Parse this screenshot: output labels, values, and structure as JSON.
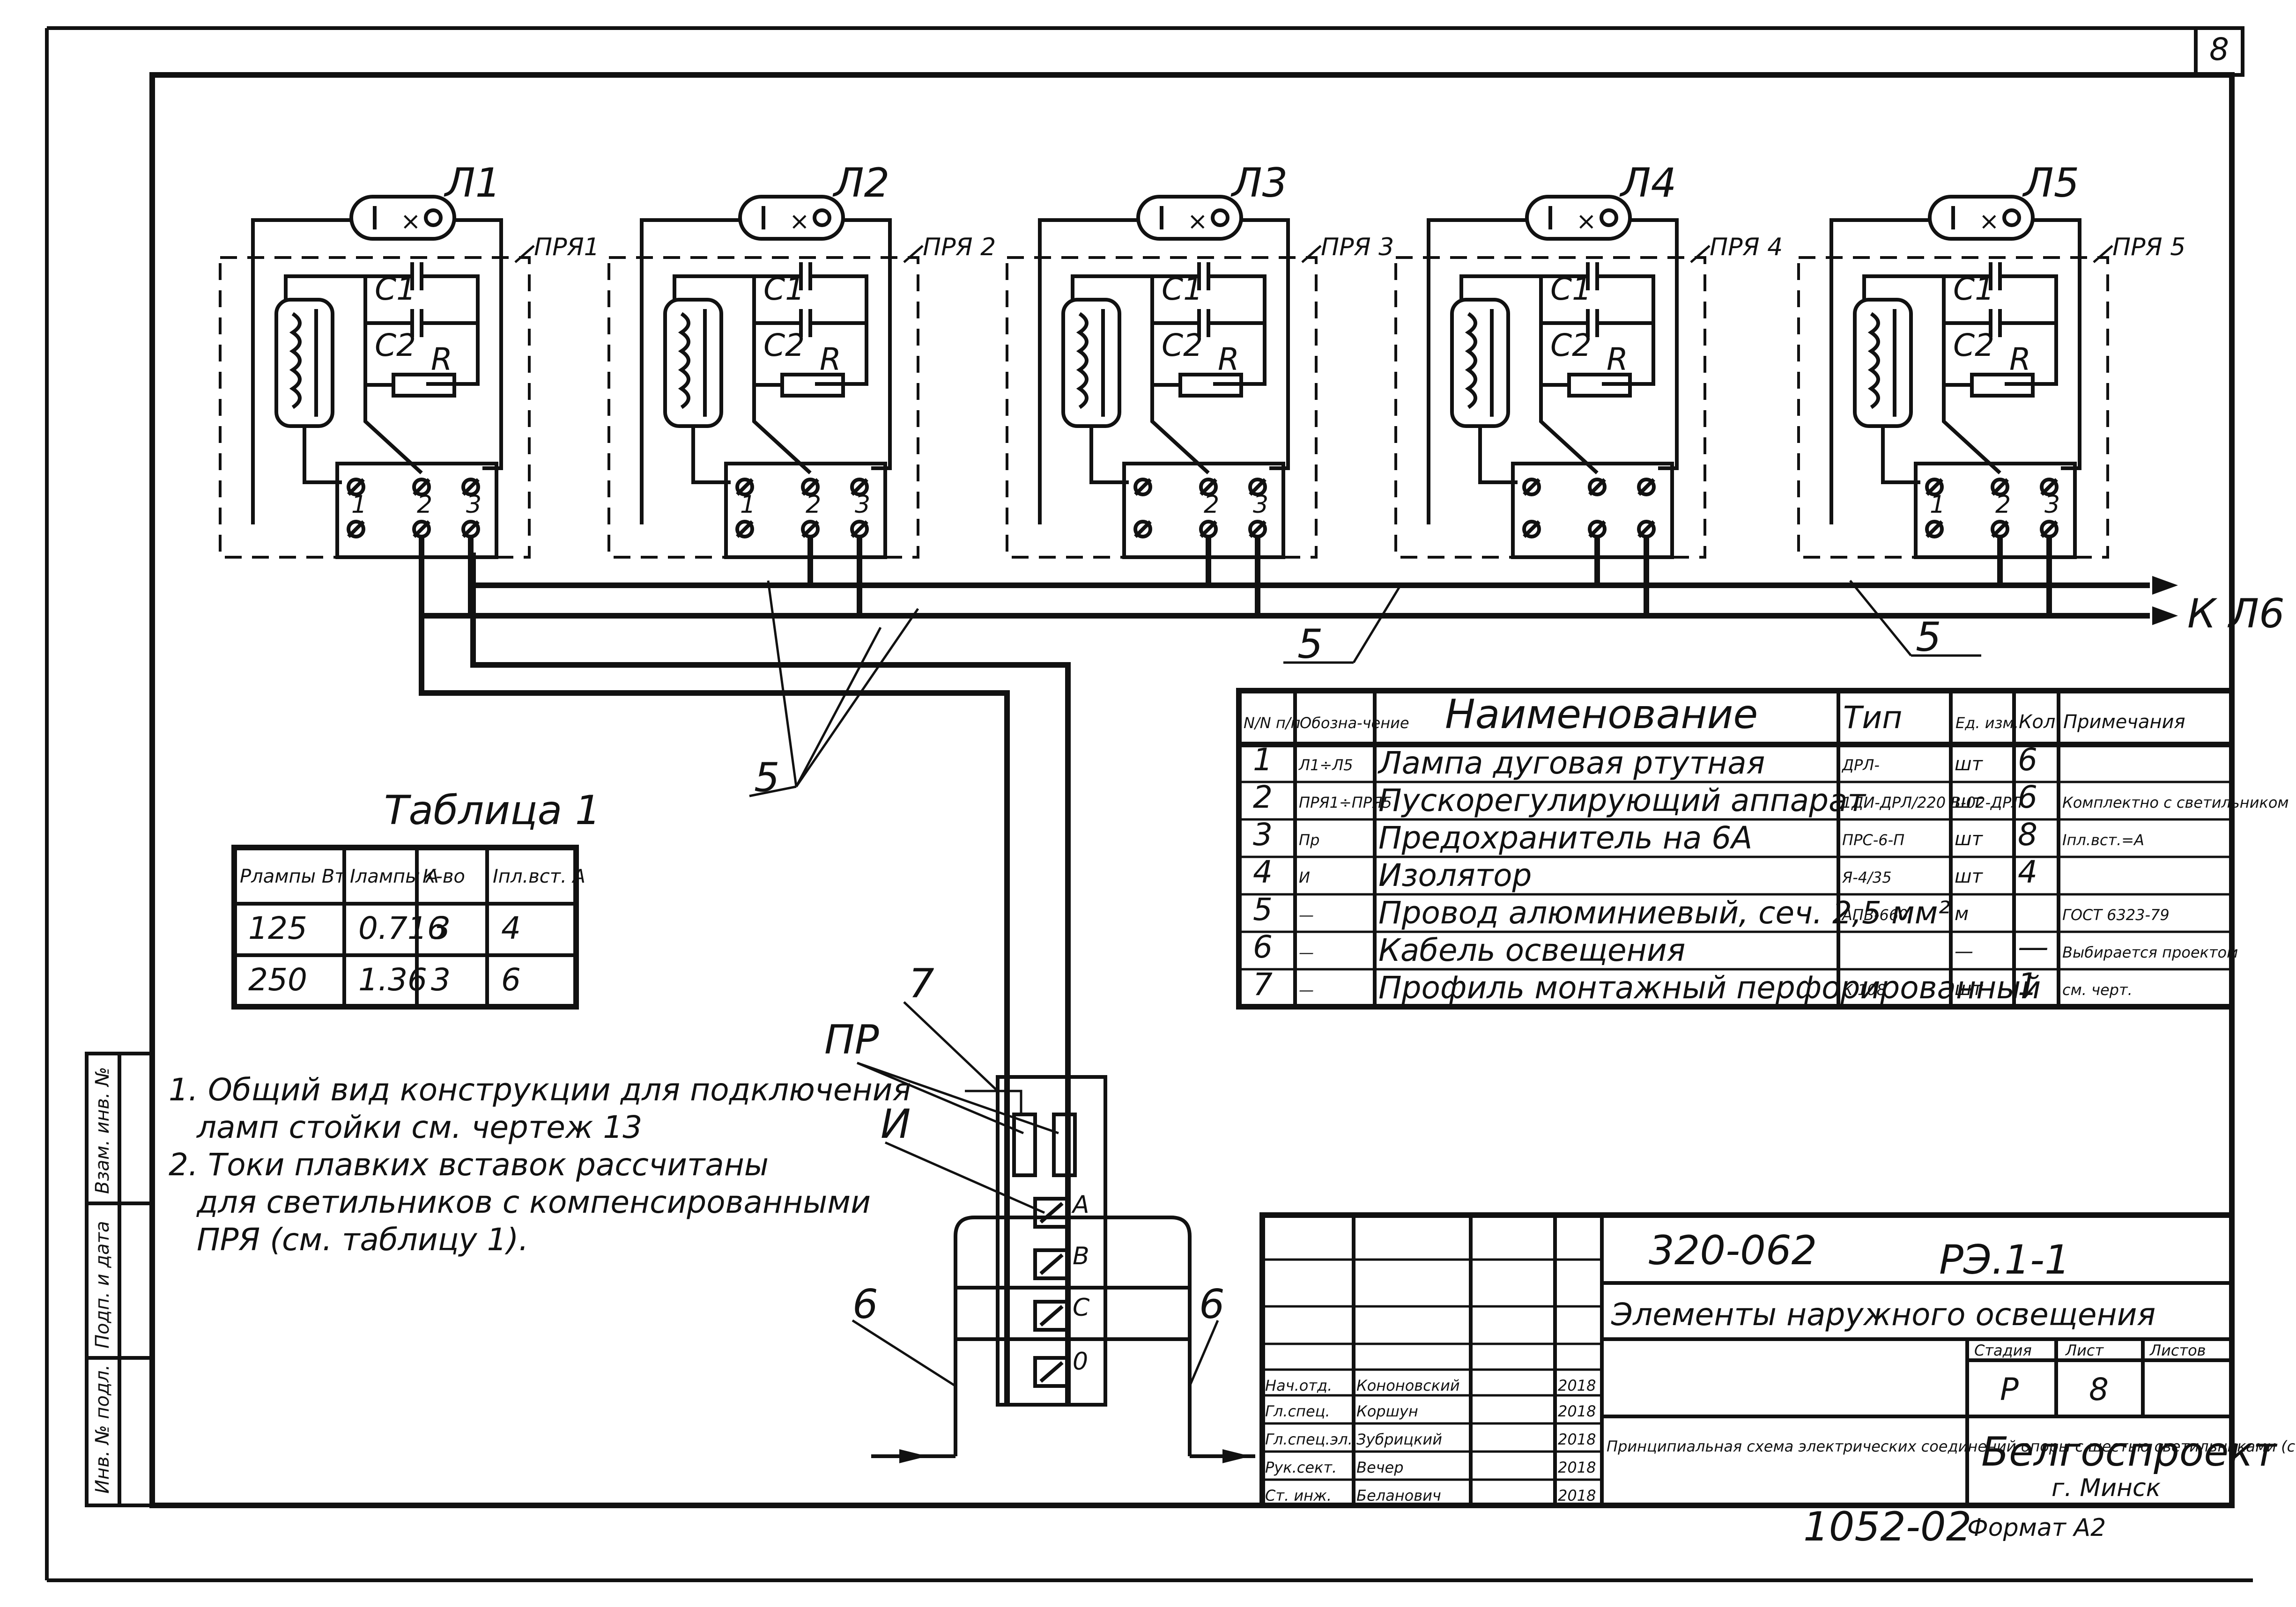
{
  "sheet_number": "8",
  "lamps": [
    {
      "lamp": "Л1",
      "pra": "ПРЯ1",
      "c1": "С1",
      "c2": "С2",
      "r": "R",
      "t1": "1",
      "t2": "2",
      "t3": "3"
    },
    {
      "lamp": "Л2",
      "pra": "ПРЯ 2",
      "c1": "С1",
      "c2": "С2",
      "r": "R",
      "t1": "1",
      "t2": "2",
      "t3": "3"
    },
    {
      "lamp": "Л3",
      "pra": "ПРЯ 3",
      "c1": "С1",
      "c2": "С2",
      "r": "R",
      "t1": "",
      "t2": "2",
      "t3": "3"
    },
    {
      "lamp": "Л4",
      "pra": "ПРЯ 4",
      "c1": "С1",
      "c2": "С2",
      "r": "R",
      "t1": "",
      "t2": "",
      "t3": ""
    },
    {
      "lamp": "Л5",
      "pra": "ПРЯ 5",
      "c1": "С1",
      "c2": "С2",
      "r": "R",
      "t1": "1",
      "t2": "2",
      "t3": "3"
    }
  ],
  "to_next": "К Л6",
  "wire_label": "5",
  "callouts": {
    "n7": "7",
    "pr": "ПР",
    "iz": "И",
    "n6": "6",
    "phase_a": "А",
    "phase_b": "В",
    "phase_c": "С",
    "neutral": "0"
  },
  "table1": {
    "title": "Таблица 1",
    "headers": [
      "Рлампы Вт",
      "Iлампы А",
      "К-во",
      "Iпл.вст. А"
    ],
    "rows": [
      [
        "125",
        "0.716",
        "3",
        "4"
      ],
      [
        "250",
        "1.36",
        "3",
        "6"
      ]
    ]
  },
  "notes": [
    "1. Общий вид конструкции для подключения",
    "ламп стойки см. чертеж 13",
    "2. Токи плавких вставок рассчитаны",
    "для светильников с компенсированными",
    "ПРЯ (см. таблицу 1)."
  ],
  "spec": {
    "headers": [
      "N/N п/п",
      "Обозна-чение",
      "Наименование",
      "Тип",
      "Ед. изм.",
      "Кол",
      "Примечания"
    ],
    "rows": [
      [
        "1",
        "Л1÷Л5",
        "Лампа дуговая ртутная",
        "ДРЛ-",
        "шт",
        "6",
        ""
      ],
      [
        "2",
        "ПРЯ1÷ПРЯ5",
        "Пускорегулирующий аппарат",
        "1ДИ-ДРЛ/220 В-02-ДРЛ",
        "шт",
        "6",
        "Комплектно с светильником"
      ],
      [
        "3",
        "Пр",
        "Предохранитель на 6А",
        "ПРС-6-П",
        "шт",
        "8",
        "Iпл.вст.=А"
      ],
      [
        "4",
        "И",
        "Изолятор",
        "Я-4/35",
        "шт",
        "4",
        ""
      ],
      [
        "5",
        "—",
        "Провод алюминиевый, сеч. 2,5 мм²",
        "АПВ-660",
        "м",
        "",
        "ГОСТ 6323-79"
      ],
      [
        "6",
        "—",
        "Кабель освещения",
        "",
        "—",
        "—",
        "Выбирается проектом"
      ],
      [
        "7",
        "—",
        "Профиль монтажный перфорированный",
        "К 108",
        "шт",
        "1",
        "см. черт."
      ]
    ]
  },
  "side_stamp": [
    "Инв. № подл.",
    "Подп. и дата",
    "Взам. инв. №"
  ],
  "title_block": {
    "code": "320-062",
    "section": "РЭ.1-1",
    "title": "Элементы наружного освещения",
    "description": "Принципиальная схема электрических соединений опоры с шестью светильниками (с одним подключением)",
    "stage_hdr": "Стадия",
    "sheet_hdr": "Лист",
    "sheets_hdr": "Листов",
    "stage": "Р",
    "sheet": "8",
    "sheets": "",
    "org": "Белгоспроект",
    "city": "г. Минск",
    "roles": [
      [
        "Нач.отд.",
        "Кононовский",
        "",
        "2018"
      ],
      [
        "Гл.спец.",
        "Коршун",
        "",
        "2018"
      ],
      [
        "Гл.спец.эл.",
        "Зубрицкий",
        "",
        "2018"
      ],
      [
        "Рук.сект.",
        "Вечер",
        "",
        "2018"
      ],
      [
        "Ст. инж.",
        "Беланович",
        "",
        "2018"
      ]
    ]
  },
  "doc_number": "1052-02",
  "format": "Формат А2"
}
